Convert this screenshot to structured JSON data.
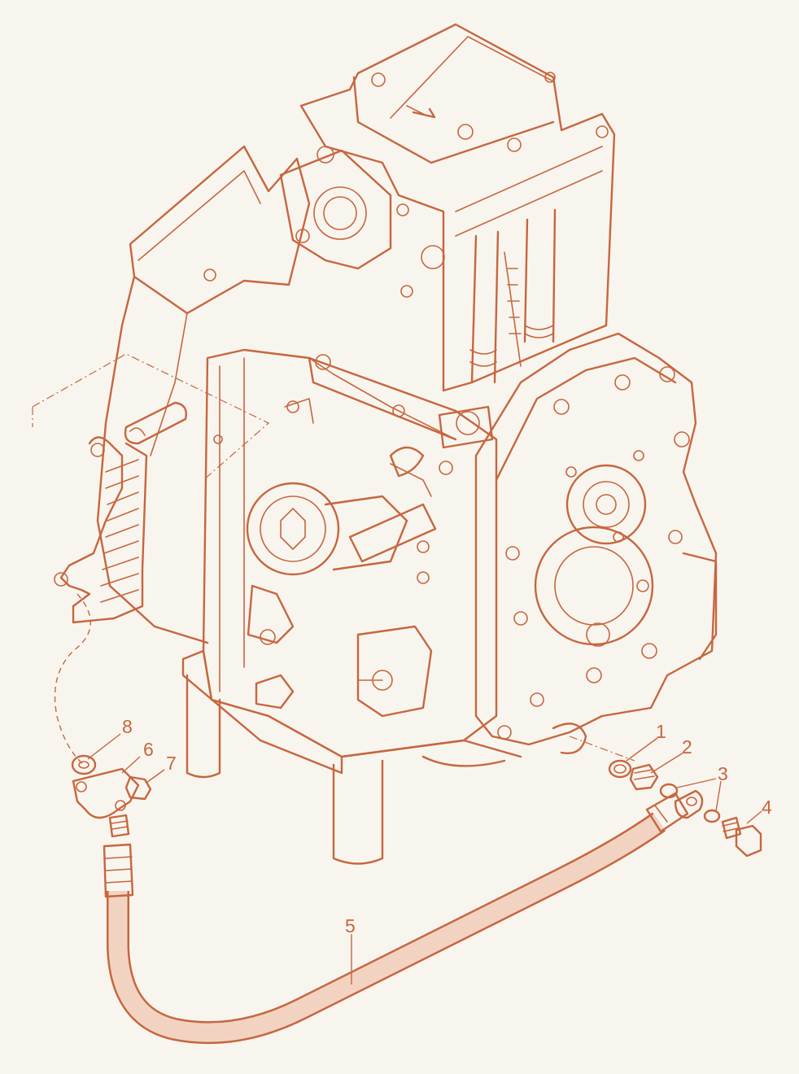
{
  "colors": {
    "line": "#c7663e",
    "background": "#f8f5ef",
    "hose_fill": "#f2d3c2"
  },
  "callouts": [
    {
      "id": "1",
      "label": "1"
    },
    {
      "id": "2",
      "label": "2"
    },
    {
      "id": "3",
      "label": "3"
    },
    {
      "id": "4",
      "label": "4"
    },
    {
      "id": "5",
      "label": "5"
    },
    {
      "id": "6",
      "label": "6"
    },
    {
      "id": "7",
      "label": "7"
    },
    {
      "id": "8",
      "label": "8"
    }
  ]
}
